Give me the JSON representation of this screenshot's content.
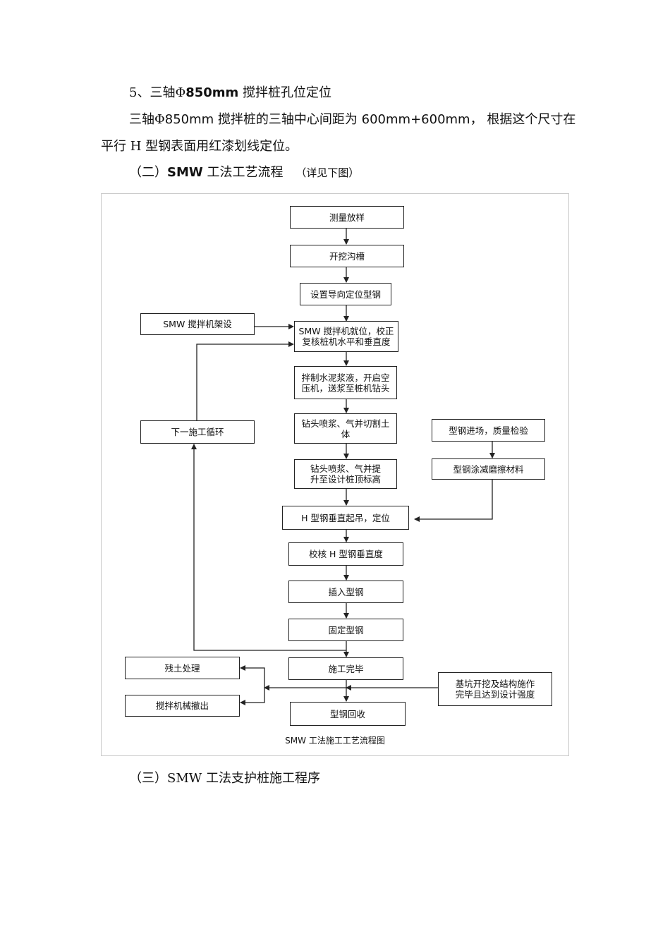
{
  "paragraphs": {
    "heading5_prefix": "5、三轴Φ",
    "heading5_bold": "850mm",
    "heading5_suffix": " 搅拌桩孔位定位",
    "body1_a": "三轴Φ",
    "body1_b": "850mm",
    "body1_c": " 搅拌桩的三轴中心间距为 ",
    "body1_d": "600mm+600mm",
    "body1_e": "， 根据这个尺寸在",
    "body2": "平行 H 型钢表面用红漆划线定位。",
    "section2_prefix": "（二）",
    "section2_bold": "SMW",
    "section2_suffix": " 工法工艺流程",
    "section2_note": "（详见下图）",
    "section3": "（三）SMW 工法支护桩施工程序"
  },
  "flowchart": {
    "caption": "SMW 工法施工工艺流程图",
    "boxes": {
      "survey": "测量放样",
      "trench": "开挖沟槽",
      "guide_steel": "设置导向定位型钢",
      "mixer_setup": "SMW 搅拌机架设",
      "mixer_position_l1": "SMW 搅拌机就位，校正",
      "mixer_position_l2": "复核桩机水平和垂直度",
      "slurry_l1": "拌制水泥浆液，开启空",
      "slurry_l2": "压机，送浆至桩机钻头",
      "drill_down_l1": "钻头喷浆、气并切割土",
      "drill_down_l2": "体",
      "drill_up_l1": "钻头喷浆、气并提",
      "drill_up_l2": "升至设计桩顶标高",
      "next_cycle": "下一施工循环",
      "steel_entry": "型钢进场，质量检验",
      "steel_coating": "型钢涂减磨擦材料",
      "h_lift": "H 型钢垂直起吊，定位",
      "verify_vertical": "校核 H 型钢垂直度",
      "insert_steel": "插入型钢",
      "fix_steel": "固定型钢",
      "complete": "施工完毕",
      "residual_soil": "残土处理",
      "mixer_removal": "搅拌机械撤出",
      "pit_l1": "基坑开挖及结构施作",
      "pit_l2": "完毕且达到设计强度",
      "steel_recovery": "型钢回收"
    }
  }
}
